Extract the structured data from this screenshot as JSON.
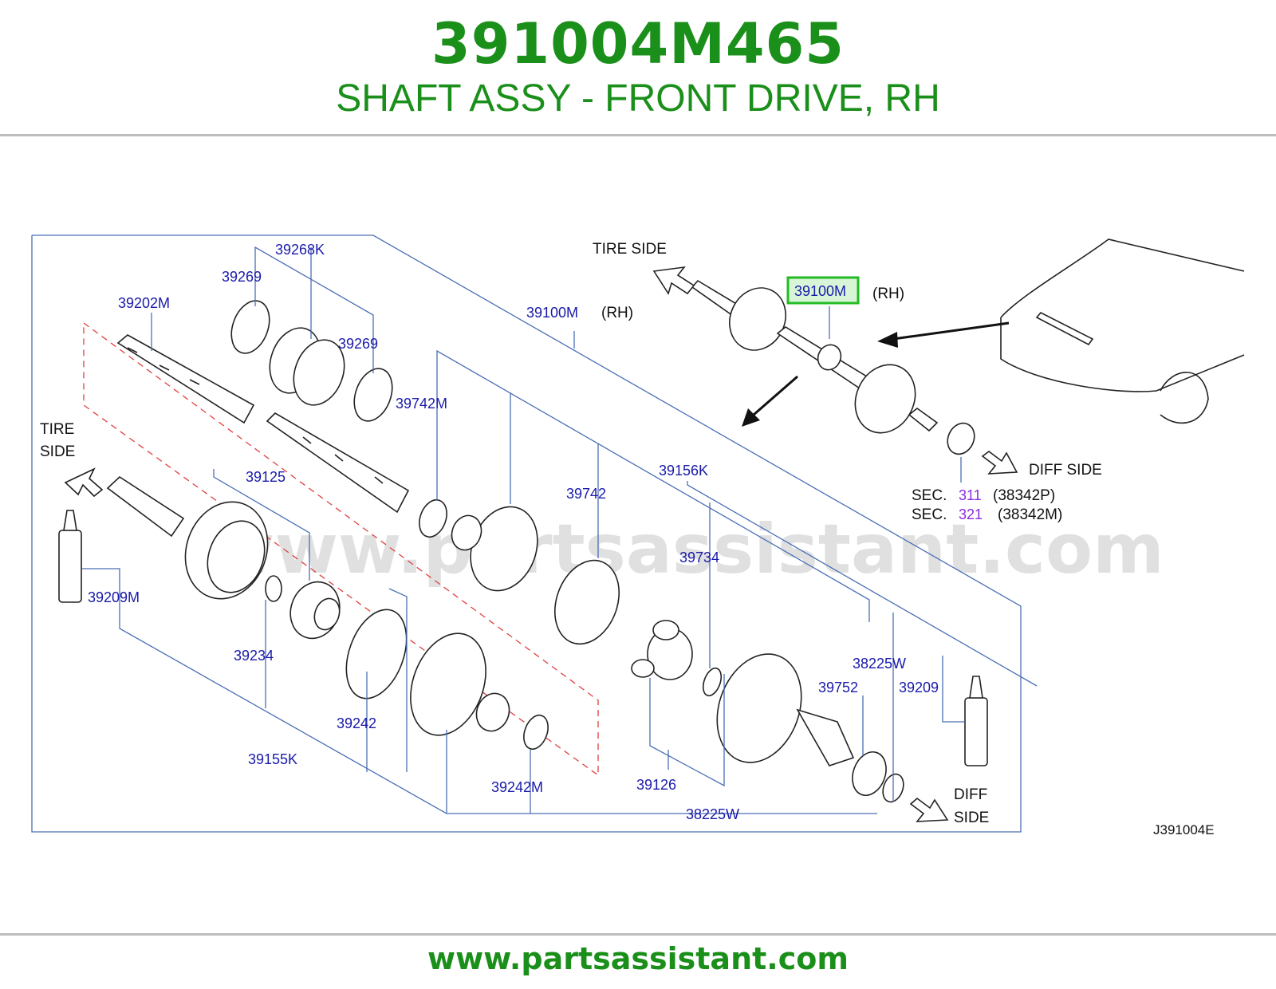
{
  "header": {
    "part_number": "391004M465",
    "description": "SHAFT ASSY - FRONT DRIVE, RH"
  },
  "diagram": {
    "watermark": "www.partsassistant.com",
    "code": "J391004E",
    "labels": {
      "l39268K": "39268K",
      "l39269a": "39269",
      "l39269b": "39269",
      "l39202M": "39202M",
      "l39100M": "39100M",
      "lRH1": "(RH)",
      "l39742M": "39742M",
      "l39742": "39742",
      "l39156K": "39156K",
      "l39125": "39125",
      "l39734": "39734",
      "l39209M": "39209M",
      "l39234": "39234",
      "l38225Wa": "38225W",
      "l39752": "39752",
      "l39209": "39209",
      "l39242": "39242",
      "l39155K": "39155K",
      "l39242M": "39242M",
      "l39126": "39126",
      "l38225Wb": "38225W",
      "l39100M_hl": "39100M",
      "lRH2": "(RH)"
    },
    "sides": {
      "tire_top": "TIRE  SIDE",
      "tire_left_1": "TIRE",
      "tire_left_2": "SIDE",
      "diff_top": "DIFF  SIDE",
      "diff_bottom_1": "DIFF",
      "diff_bottom_2": "SIDE"
    },
    "sec": [
      {
        "prefix": "SEC.",
        "num": "311",
        "ref": "(38342P)"
      },
      {
        "prefix": "SEC.",
        "num": "321",
        "ref": "(38342M)"
      }
    ],
    "colors": {
      "title_green": "#1a8f1a",
      "label_blue": "#1a1aaa",
      "highlight_green": "#22bb22",
      "sec_purple": "#8a2be2"
    }
  },
  "footer": {
    "url": "www.partsassistant.com"
  }
}
